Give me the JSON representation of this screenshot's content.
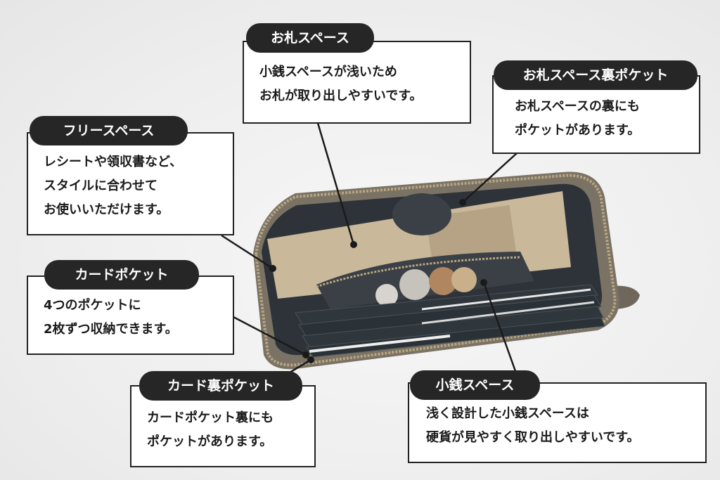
{
  "callouts": {
    "bill_space": {
      "title": "お札スペース",
      "lines": [
        "小銭スペースが浅いため",
        "お札が取り出しやすいです。"
      ]
    },
    "bill_back_pocket": {
      "title": "お札スペース裏ポケット",
      "lines": [
        "お札スペースの裏にも",
        "ポケットがあります。"
      ]
    },
    "free_space": {
      "title": "フリースペース",
      "lines": [
        "レシートや領収書など、",
        "スタイルに合わせて",
        "お使いいただけます。"
      ]
    },
    "card_pocket": {
      "title": "カードポケット",
      "lines": [
        "4つのポケットに",
        "2枚ずつ収納できます。"
      ]
    },
    "card_back_pocket": {
      "title": "カード裏ポケット",
      "lines": [
        "カードポケット裏にも",
        "ポケットがあります。"
      ]
    },
    "coin_space": {
      "title": "小銭スペース",
      "lines": [
        "浅く設計した小銭スペースは",
        "硬貨が見やすく取り出しやすいです。"
      ]
    }
  },
  "colors": {
    "pill_bg": "#262626",
    "wallet_leather": "#7a7264",
    "wallet_inner": "#2d3338",
    "zipper": "#b8a582"
  },
  "icons": {
    "wallet": "wallet-photo"
  }
}
